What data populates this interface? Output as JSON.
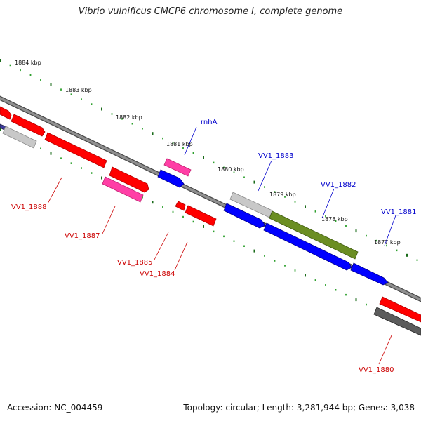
{
  "title": "Vibrio vulnificus CMCP6 chromosome I, complete genome",
  "footer": {
    "accession": "Accession: NC_004459",
    "summary": "Topology: circular; Length: 3,281,944 bp; Genes: 3,038"
  },
  "colors": {
    "backbone": "#7a7a7a",
    "tick_major": "#1a6b1a",
    "tick_minor": "#2ea02e",
    "label_top": "#0000cc",
    "label_bottom": "#cc0000",
    "gene_red": "#ff0000",
    "gene_grey": "#c8c8c8",
    "gene_pink": "#ff3fa6",
    "gene_blue": "#0000ff",
    "gene_olive": "#6b8e23",
    "gene_dark": "#5c5c5c",
    "gene_navy": "#3c3c9c"
  },
  "scale_labels": [
    "1884 kbp",
    "1883 kbp",
    "1882 kbp",
    "1881 kbp",
    "1880 kbp",
    "1879 kbp",
    "1878 kbp",
    "1877 kbp"
  ],
  "gene_labels": {
    "top": [
      "rnhA",
      "VV1_1883",
      "VV1_1882",
      "VV1_1881"
    ],
    "bottom": [
      "VV1_1888",
      "VV1_1887",
      "VV1_1885",
      "VV1_1884",
      "VV1_1880"
    ]
  }
}
